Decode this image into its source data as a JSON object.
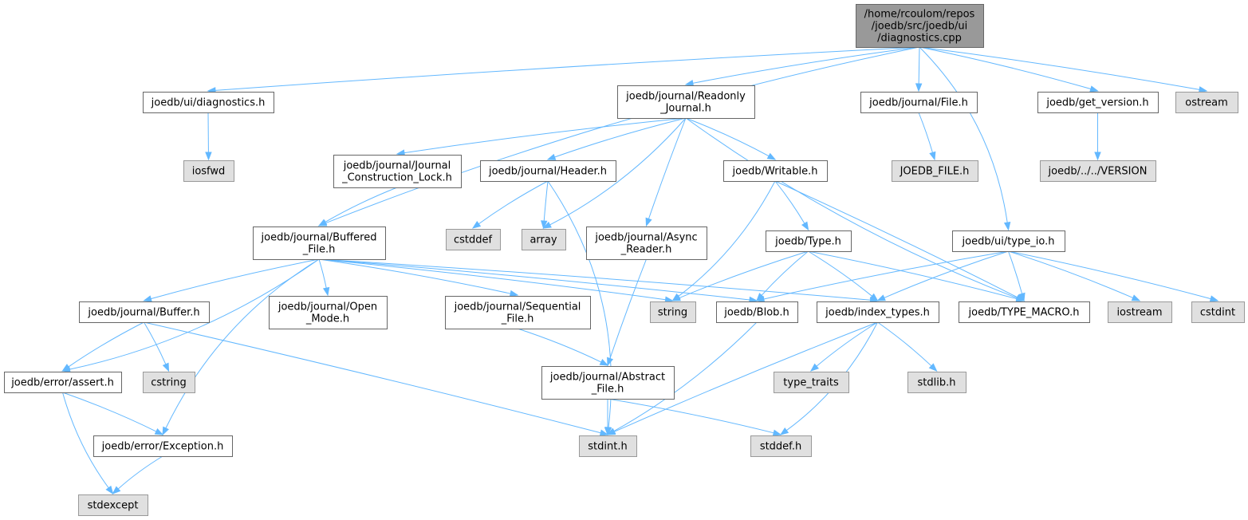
{
  "diagram": {
    "colors": {
      "edge": "#63b8ff",
      "root_fill": "#999999",
      "system_fill": "#e0e0e0",
      "file_fill": "#ffffff",
      "border": "#666666"
    },
    "nodes": [
      {
        "id": "root",
        "kind": "root",
        "lines": [
          "/home/rcoulom/repos",
          "/joedb/src/joedb/ui",
          "/diagnostics.cpp"
        ]
      },
      {
        "id": "ui_diagnostics_h",
        "kind": "file",
        "lines": [
          "joedb/ui/diagnostics.h"
        ]
      },
      {
        "id": "iosfwd",
        "kind": "sys",
        "lines": [
          "iosfwd"
        ]
      },
      {
        "id": "readonly_journal",
        "kind": "file",
        "lines": [
          "joedb/journal/Readonly",
          "_Journal.h"
        ]
      },
      {
        "id": "file_h",
        "kind": "file",
        "lines": [
          "joedb/journal/File.h"
        ]
      },
      {
        "id": "joedb_file_h",
        "kind": "sys",
        "lines": [
          "JOEDB_FILE.h"
        ]
      },
      {
        "id": "get_version",
        "kind": "file",
        "lines": [
          "joedb/get_version.h"
        ]
      },
      {
        "id": "version",
        "kind": "sys",
        "lines": [
          "joedb/../../VERSION"
        ]
      },
      {
        "id": "ostream",
        "kind": "sys",
        "lines": [
          "ostream"
        ]
      },
      {
        "id": "jcl",
        "kind": "file",
        "lines": [
          "joedb/journal/Journal",
          "_Construction_Lock.h"
        ]
      },
      {
        "id": "header_h",
        "kind": "file",
        "lines": [
          "joedb/journal/Header.h"
        ]
      },
      {
        "id": "writable",
        "kind": "file",
        "lines": [
          "joedb/Writable.h"
        ]
      },
      {
        "id": "buffered_file",
        "kind": "file",
        "lines": [
          "joedb/journal/Buffered",
          "_File.h"
        ]
      },
      {
        "id": "cstddef",
        "kind": "sys",
        "lines": [
          "cstddef"
        ]
      },
      {
        "id": "array",
        "kind": "sys",
        "lines": [
          "array"
        ]
      },
      {
        "id": "async_reader",
        "kind": "file",
        "lines": [
          "joedb/journal/Async",
          "_Reader.h"
        ]
      },
      {
        "id": "type_h",
        "kind": "file",
        "lines": [
          "joedb/Type.h"
        ]
      },
      {
        "id": "type_io",
        "kind": "file",
        "lines": [
          "joedb/ui/type_io.h"
        ]
      },
      {
        "id": "buffer_h",
        "kind": "file",
        "lines": [
          "joedb/journal/Buffer.h"
        ]
      },
      {
        "id": "open_mode",
        "kind": "file",
        "lines": [
          "joedb/journal/Open",
          "_Mode.h"
        ]
      },
      {
        "id": "sequential_file",
        "kind": "file",
        "lines": [
          "joedb/journal/Sequential",
          "_File.h"
        ]
      },
      {
        "id": "string",
        "kind": "sys",
        "lines": [
          "string"
        ]
      },
      {
        "id": "blob_h",
        "kind": "file",
        "lines": [
          "joedb/Blob.h"
        ]
      },
      {
        "id": "index_types",
        "kind": "file",
        "lines": [
          "joedb/index_types.h"
        ]
      },
      {
        "id": "type_macro",
        "kind": "file",
        "lines": [
          "joedb/TYPE_MACRO.h"
        ]
      },
      {
        "id": "iostream",
        "kind": "sys",
        "lines": [
          "iostream"
        ]
      },
      {
        "id": "cstdint",
        "kind": "sys",
        "lines": [
          "cstdint"
        ]
      },
      {
        "id": "assert_h",
        "kind": "file",
        "lines": [
          "joedb/error/assert.h"
        ]
      },
      {
        "id": "cstring",
        "kind": "sys",
        "lines": [
          "cstring"
        ]
      },
      {
        "id": "abstract_file",
        "kind": "file",
        "lines": [
          "joedb/journal/Abstract",
          "_File.h"
        ]
      },
      {
        "id": "type_traits",
        "kind": "sys",
        "lines": [
          "type_traits"
        ]
      },
      {
        "id": "stdlib_h",
        "kind": "sys",
        "lines": [
          "stdlib.h"
        ]
      },
      {
        "id": "exception_h",
        "kind": "file",
        "lines": [
          "joedb/error/Exception.h"
        ]
      },
      {
        "id": "stdint_h",
        "kind": "sys",
        "lines": [
          "stdint.h"
        ]
      },
      {
        "id": "stddef_h",
        "kind": "sys",
        "lines": [
          "stddef.h"
        ]
      },
      {
        "id": "stdexcept",
        "kind": "sys",
        "lines": [
          "stdexcept"
        ]
      }
    ]
  }
}
